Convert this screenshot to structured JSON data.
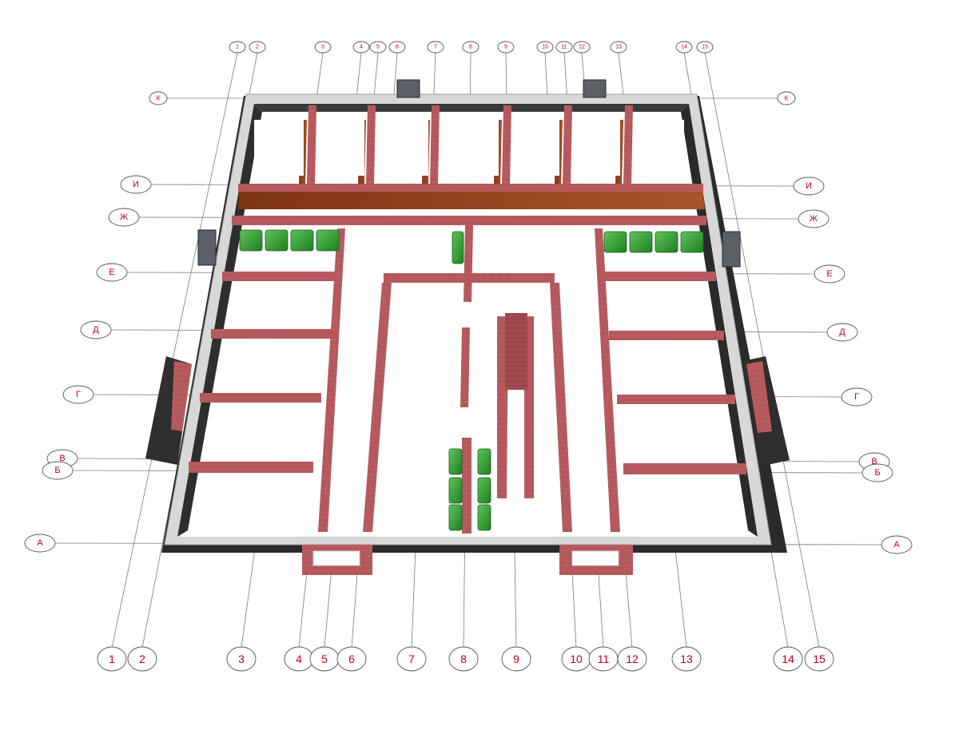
{
  "drawing": {
    "axes_numeric": [
      "1",
      "2",
      "3",
      "4",
      "5",
      "6",
      "7",
      "8",
      "9",
      "10",
      "11",
      "12",
      "13",
      "14",
      "15"
    ],
    "axes_letters": [
      "К",
      "И",
      "Ж",
      "Е",
      "Д",
      "Г",
      "В",
      "Б",
      "А"
    ]
  },
  "colors": {
    "wall_brick": "#b95c60",
    "wall_brick_dark": "#8d3e43",
    "foundation_concrete": "#cfcfcf",
    "foundation_shadow": "#2b2b2b",
    "tank_green": "#3aa83a",
    "bubble_text": "#c0001a",
    "wood_panel": "#9b4a22"
  },
  "icons": [
    "foundation-slab-icon",
    "tank-icon",
    "ventilation-box-icon",
    "stair-icon",
    "window-well-icon"
  ]
}
